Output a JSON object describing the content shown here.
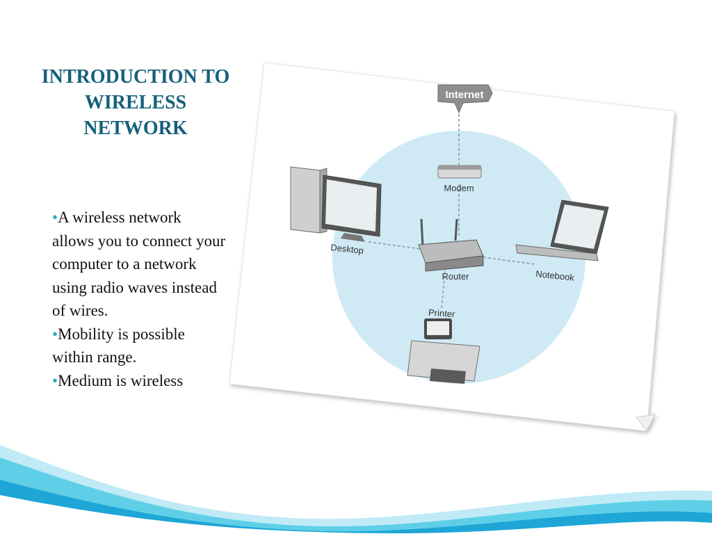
{
  "slide": {
    "title_lines": [
      "INTRODUCTION TO",
      "WIRELESS",
      "NETWORK"
    ],
    "bullets": [
      {
        "marker": "•",
        "text": "A wireless network allows you to connect your computer to a network using radio waves instead of wires."
      },
      {
        "marker": "•",
        "text": "Mobility is possible within range."
      },
      {
        "marker": "•",
        "text": "Medium is wireless"
      }
    ]
  },
  "diagram": {
    "nodes": {
      "internet": "Internet",
      "modem": "Modem",
      "router": "Router",
      "desktop": "Desktop",
      "notebook": "Notebook",
      "printer": "Printer"
    }
  },
  "colors": {
    "title": "#15607a",
    "bullet_marker": "#2aa7c9",
    "range_circle": "#cfeaf4",
    "wave_light": "#bfeaf6",
    "wave_mid": "#5fcfe8",
    "wave_dark": "#1ea6d6"
  }
}
